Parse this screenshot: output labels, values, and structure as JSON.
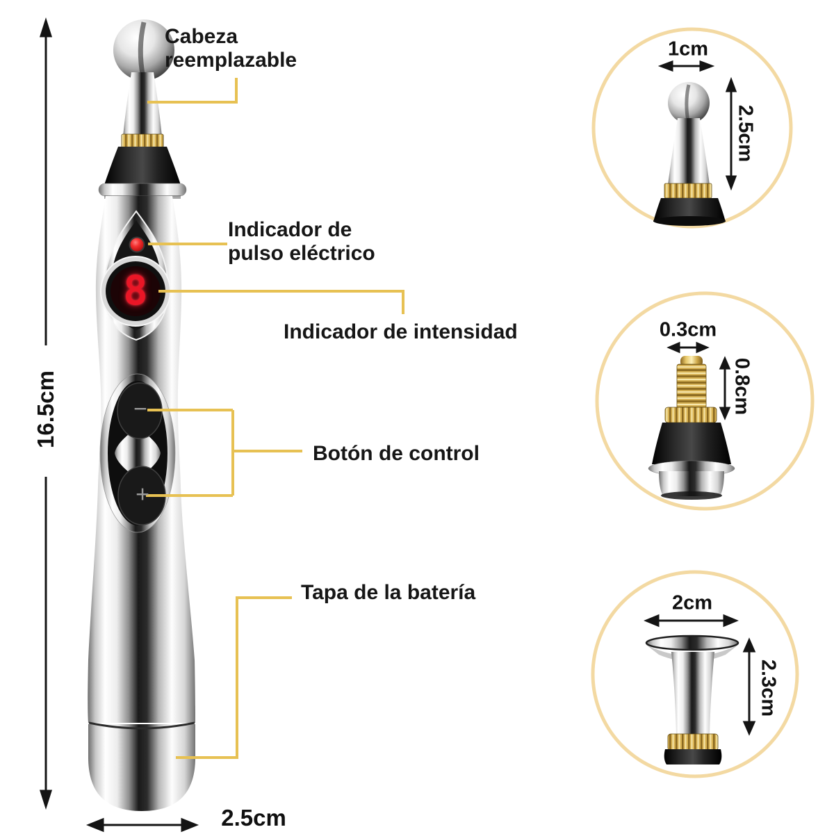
{
  "callouts": {
    "replaceable_head": "Cabeza reemplazable",
    "pulse_indicator": "Indicador de pulso eléctrico",
    "intensity_indicator": "Indicador de intensidad",
    "control_button": "Botón de control",
    "battery_cap": "Tapa de la batería"
  },
  "dimensions": {
    "pen_height": "16.5cm",
    "pen_width": "2.5cm"
  },
  "attachments": [
    {
      "id": "ball-tip",
      "width": "1cm",
      "height": "2.5cm"
    },
    {
      "id": "screw-tip",
      "width": "0.3cm",
      "height": "0.8cm"
    },
    {
      "id": "flat-tip",
      "width": "2cm",
      "height": "2.3cm"
    }
  ],
  "pen": {
    "display_digit": "8",
    "button_minus": "−",
    "button_plus": "+"
  },
  "colors": {
    "callout_line": "#e7c153",
    "circle_ring": "#f3d9a2",
    "led": "#e01222",
    "digit": "#ea1626",
    "label_text": "#161616",
    "arrow": "#141414"
  }
}
